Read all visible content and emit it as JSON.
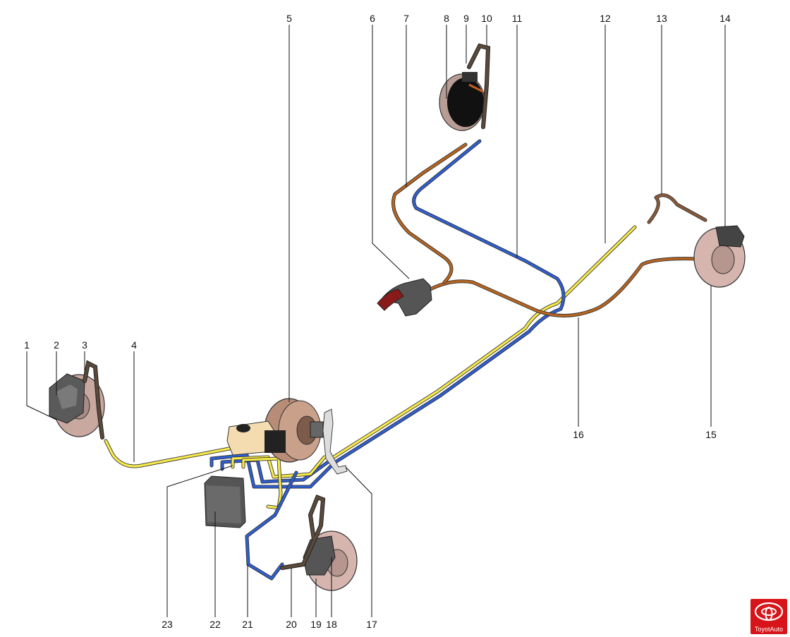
{
  "callouts": {
    "c1": "1",
    "c2": "2",
    "c3": "3",
    "c4": "4",
    "c5": "5",
    "c6": "6",
    "c7": "7",
    "c8": "8",
    "c9": "9",
    "c10": "10",
    "c11": "11",
    "c12": "12",
    "c13": "13",
    "c14": "14",
    "c15": "15",
    "c16": "16",
    "c17": "17",
    "c18": "18",
    "c19": "19",
    "c20": "20",
    "c21": "21",
    "c22": "22",
    "c23": "23"
  },
  "colors": {
    "pipe_yellow": "#f7ea4a",
    "pipe_blue": "#2f5fd0",
    "pipe_brown": "#b8651f",
    "logo_red": "#d7141a"
  },
  "logo": {
    "text": "ToyotAuto"
  }
}
